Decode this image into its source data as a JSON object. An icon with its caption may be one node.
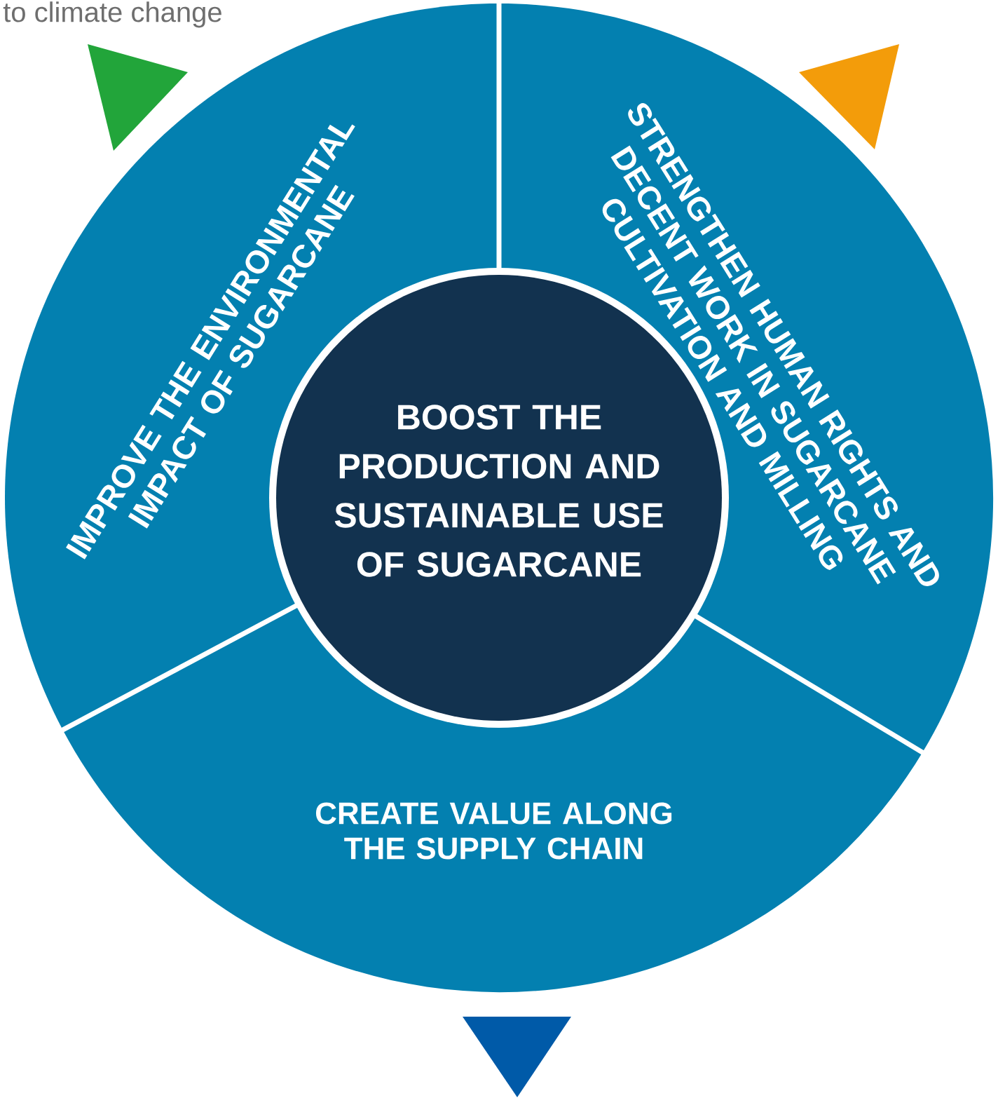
{
  "diagram": {
    "nodes": [
      {
        "text": [
          "IMPROVE THE ENVIRONMENTAL IMPACT OF SUGARCANE"
        ]
      },
      {
        "text": [
          "STRENGTHEN HUMAN RIGHTS AND DECENT WORK IN SUGARCANE CULTIVATION AND MILLING"
        ]
      },
      {
        "text": [
          "BOOST THE PRODUCTION AND SUSTAINABLE USE OF SUGARCANE"
        ]
      },
      {
        "text": [
          "CREATE VALUE ALONG THE SUPPLY CHAIN"
        ]
      }
    ],
    "labels": [
      "to climate change"
    ]
  }
}
